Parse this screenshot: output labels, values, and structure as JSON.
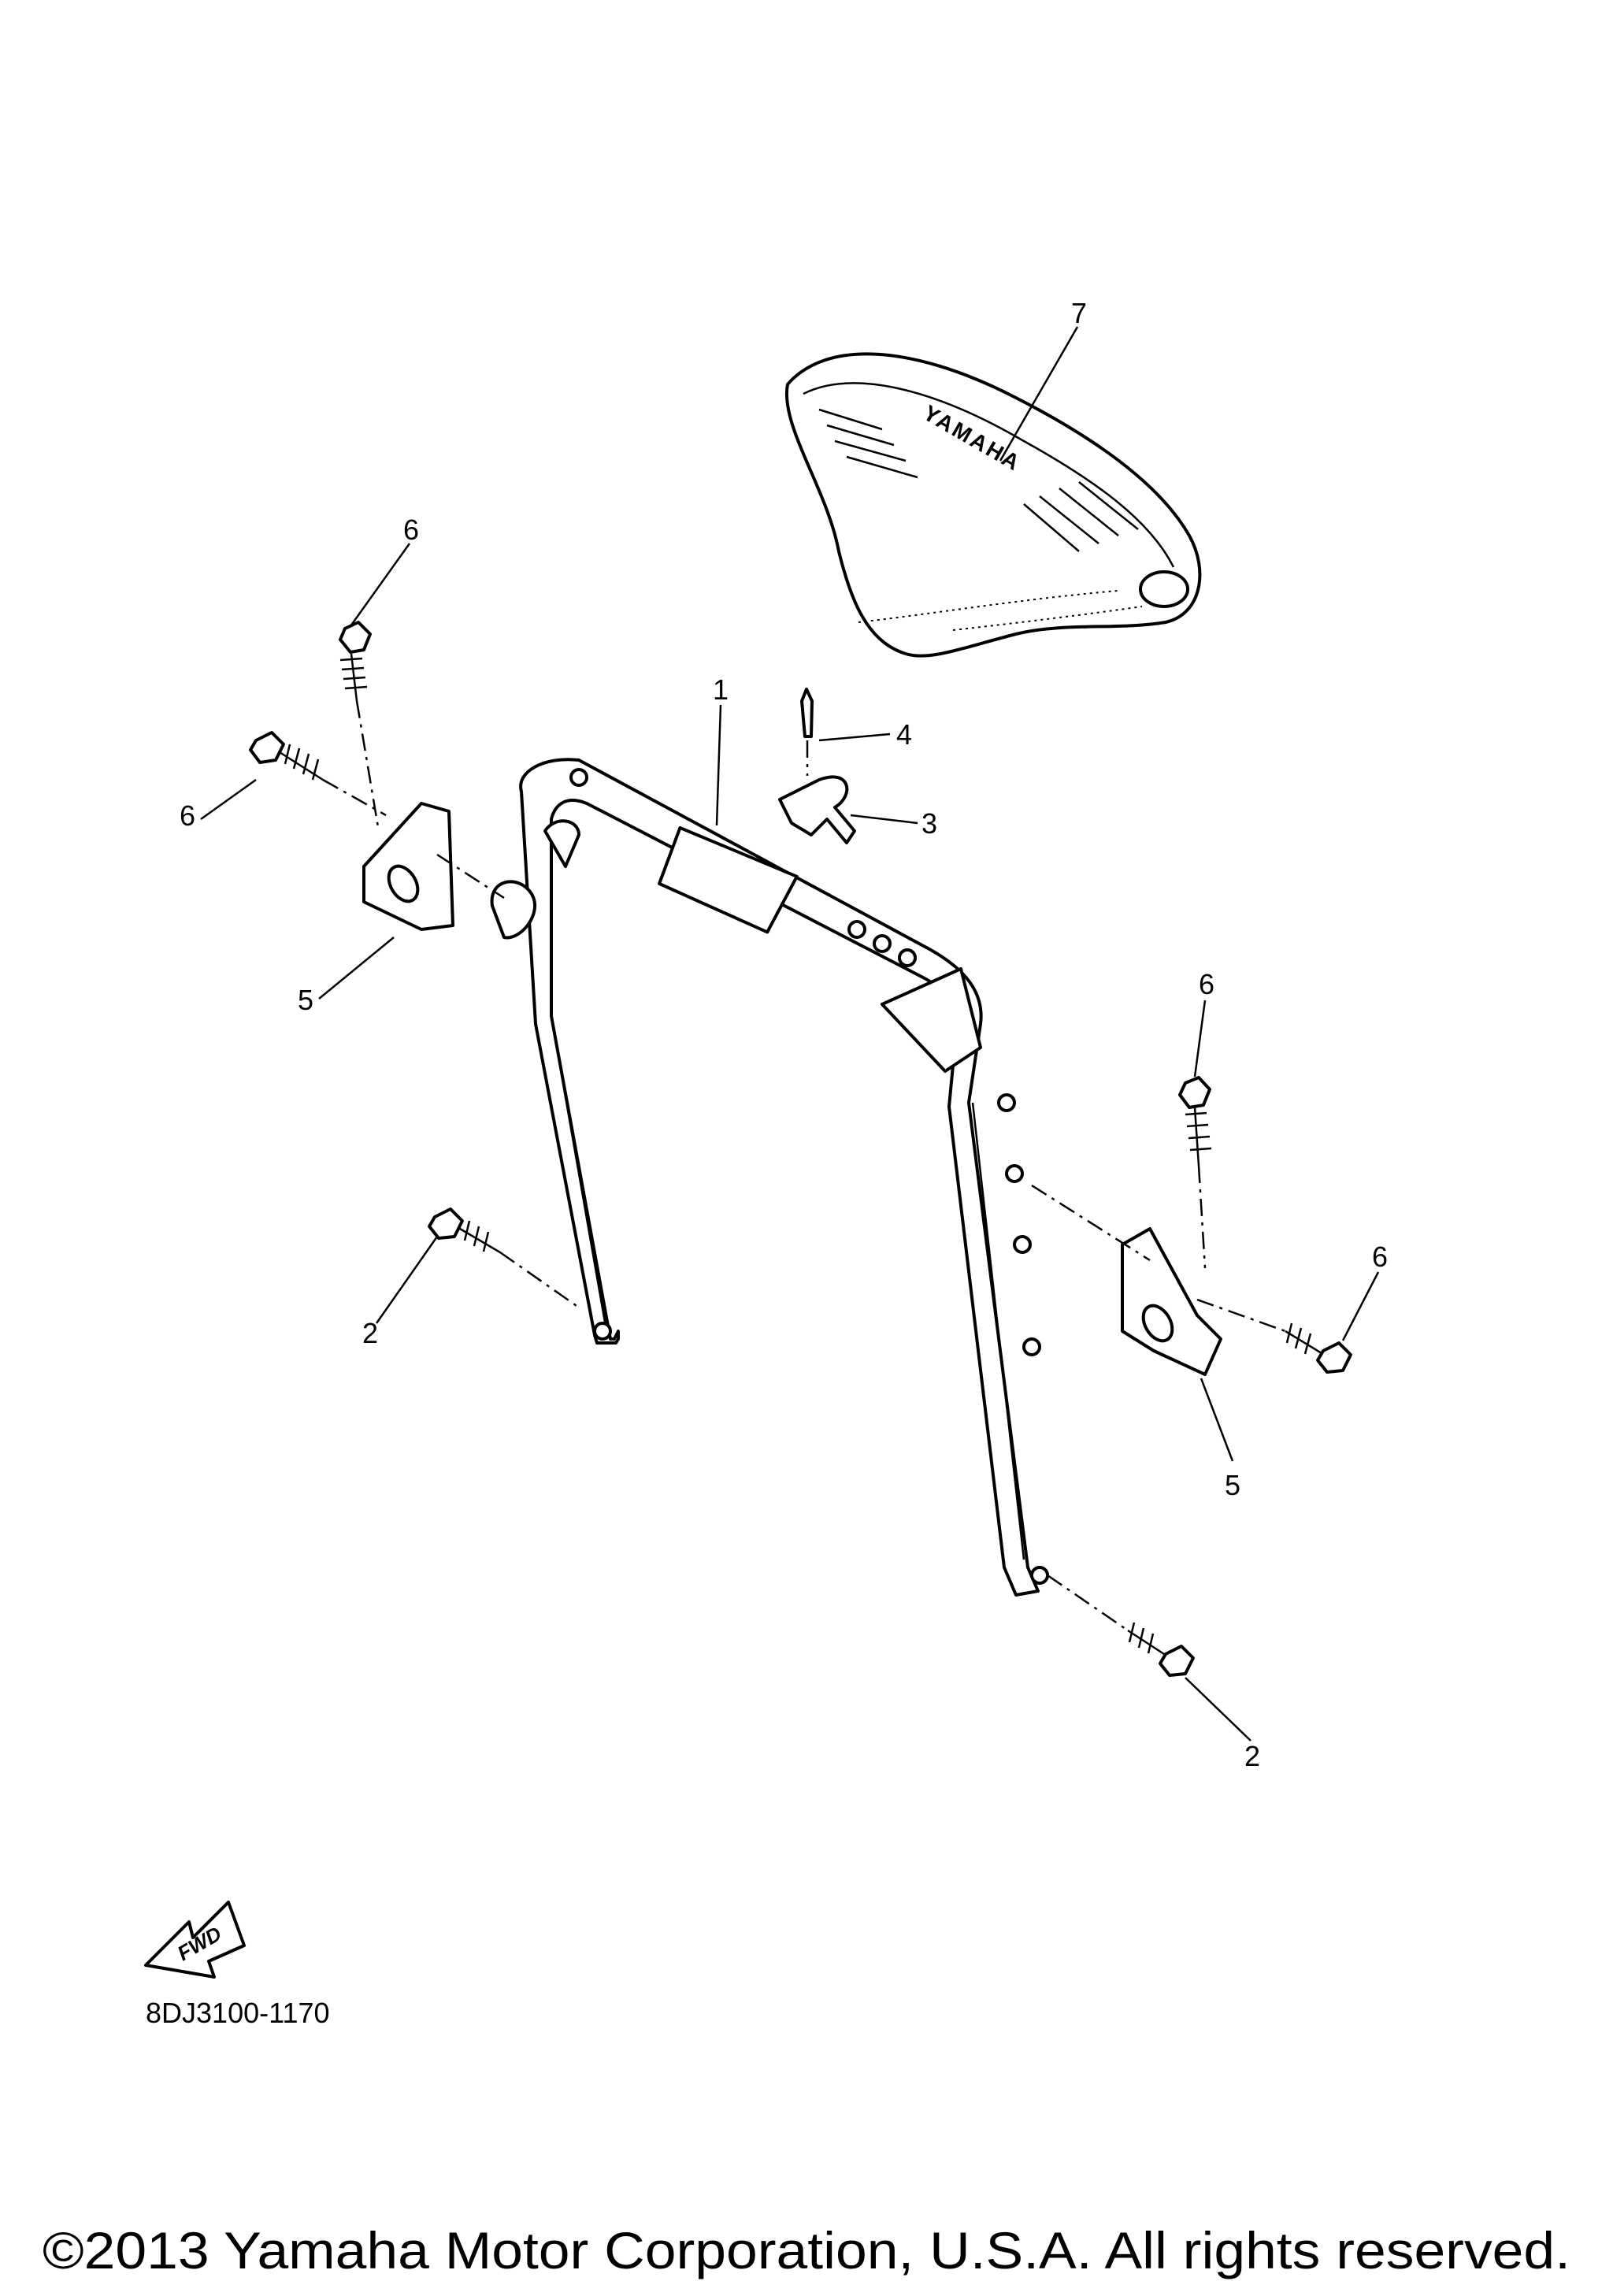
{
  "diagram": {
    "callouts": [
      "1",
      "2",
      "2",
      "3",
      "4",
      "5",
      "5",
      "6",
      "6",
      "6",
      "6",
      "7"
    ],
    "seat_brand": "YAMAHA",
    "fwd_label": "FWD",
    "part_code": "8DJ3100-1170"
  },
  "footer": {
    "copyright": "©2013 Yamaha Motor Corporation, U.S.A. All rights reserved."
  }
}
